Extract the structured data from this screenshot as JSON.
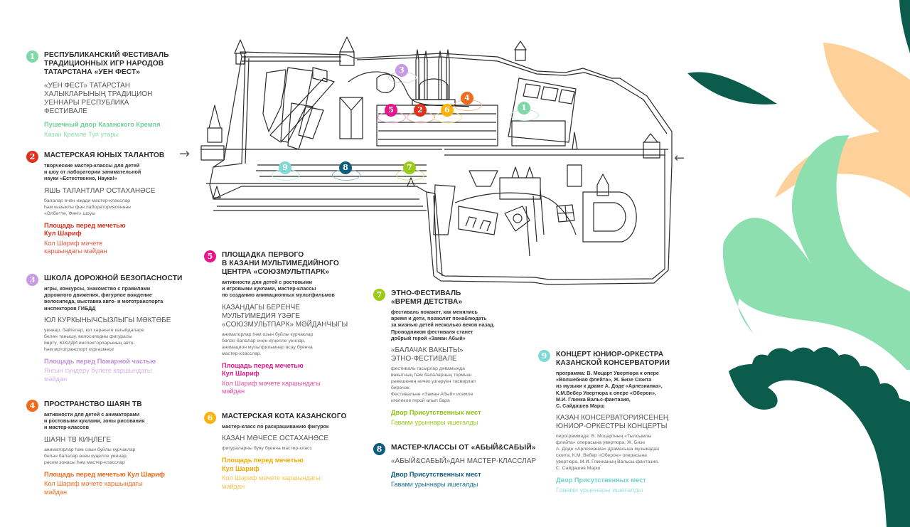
{
  "colors": {
    "dark_green": "#0b5c4d",
    "mint": "#8ddfb0",
    "peach": "#fdd199",
    "map_line": "#2a2a2a"
  },
  "map": {
    "markers": [
      {
        "num": "1",
        "color": "#7fd8a7",
        "ring": "#b8ecd0"
      },
      {
        "num": "2",
        "color": "#e0301e",
        "ring": "#f0a59c"
      },
      {
        "num": "3",
        "color": "#c79be4",
        "ring": "#dfc6f0"
      },
      {
        "num": "4",
        "color": "#f26b1d",
        "ring": "#f7b88e"
      },
      {
        "num": "5",
        "color": "#e4168a",
        "ring": "#f59ccb"
      },
      {
        "num": "6",
        "color": "#f9b20a",
        "ring": "#fbd883"
      },
      {
        "num": "7",
        "color": "#9bcb16",
        "ring": "#cbe588"
      },
      {
        "num": "8",
        "color": "#0c5d7e",
        "ring": "#8cb4c7"
      },
      {
        "num": "9",
        "color": "#7fdad6",
        "ring": "#bdeeec"
      }
    ],
    "entrance_arrow_left": "→",
    "entrance_arrow_right": "←"
  },
  "events": [
    {
      "num": "1",
      "color": "#7fd8a7",
      "loc_ru_color": "#6fcf9a",
      "loc_tt_color": "#8ddfb0",
      "title": "Республиканский фестиваль\nтрадиционных игр народов\nТатарстана «Уен фест»",
      "desc_ru": "",
      "title_tt": "«УЕН ФЕСТ» ТАТАРСТАН\nХАЛЫКЛАРЫНЫҢ ТРАДИЦИОН\nУЕННАРЫ РЕСПУБЛИКА\nФЕСТИВАЛЕ",
      "desc_tt": "",
      "loc_ru": "Пушечный двор Казанского Кремля",
      "loc_tt": "Казан Кремле Туп утары"
    },
    {
      "num": "2",
      "color": "#e0301e",
      "loc_ru_color": "#e0301e",
      "loc_tt_color": "#e8553f",
      "title": "Мастерская юных талантов",
      "desc_ru": "творческие мастер-классы для детей\nи шоу от лаборатории занимательной\nнауки «Естественно, Наука!»",
      "title_tt": "ЯШЬ ТАЛАНТЛАР ОСТАХАНӘСЕ",
      "desc_tt": "балалар өчен иҗади мастер-класслар\nһәм кызыклы фән лабораториясеннән\n«Әлбәттә, Фән!» шоуы",
      "loc_ru": "Площадь перед мечетью\nКул Шариф",
      "loc_tt": "Кол Шәриф мәчете\nкаршындагы мәйдан"
    },
    {
      "num": "3",
      "color": "#c79be4",
      "loc_ru_color": "#c08de0",
      "loc_tt_color": "#d4b3ec",
      "title": "Школа дорожной безопасности",
      "desc_ru": "игры, конкурсы, знакомство с правилами\nдорожного движения, фигурное вождение\nвелосипеда, выставка авто- и мототранспорта\nинспекторов ГИБДД",
      "title_tt": "ЮЛ КУРКЫНЫЧСЫЗЛЫГЫ МӘКТӘБЕ",
      "desc_tt": "уеннар, бәйгеләр, юл хәрәкәте кагыйдәләре\nбелән танышу, велосипедны фигуралы\nйөртү, ЮХИДИ инспекторларының авто-\nһәм мототранспорт күргәзмәсе",
      "loc_ru": "Площадь перед Пожарной частью",
      "loc_tt": "Янгын сүндерү бүлеге каршындагы\nмәйдан"
    },
    {
      "num": "4",
      "color": "#f26b1d",
      "loc_ru_color": "#f26b1d",
      "loc_tt_color": "#f26b1d",
      "title": "Пространство Шаян ТВ",
      "desc_ru": "активности для детей с аниматорами\nи ростовыми куклами, зоны рисования\nи мастер-классов",
      "title_tt": "ШАЯН ТВ КИҢЛЕГЕ",
      "desc_tt": "аниматорлар һәм озын буйлы курчаклар\nбелән балалар өчен күңелле уеннар,\nрәсем зонасы һәм мастер-класслар",
      "loc_ru": "Площадь перед мечетью Кул Шариф",
      "loc_tt": "Кол Шәриф мәчете каршындагы\nмәйдан"
    },
    {
      "num": "5",
      "color": "#e4168a",
      "loc_ru_color": "#e4168a",
      "loc_tt_color": "#ea4aa3",
      "title": "Площадка первого\nв Казани мультимедийного\nцентра «Союзмультпарк»",
      "desc_ru": "активности для детей с ростовыми\nи игровыми куклами, мастер-классы\nпо созданию анимационных мультфильмов",
      "title_tt": "КАЗАНДАГЫ БЕРЕНЧЕ\nМУЛЬТИМЕДИЯ ҮЗӘГЕ\n«СОЮЗМУЛЬТПАРК» МӘЙДАНЧЫГЫ",
      "desc_tt": "аниматорлар һәм озын буйлы курчаклар\nбелән балалар өчен күңелле уеннар,\nанимацион мультфильмнар ясау буенча\nмастер-класслар",
      "loc_ru": "Площадь перед мечетью\nКул Шариф",
      "loc_tt": "Кол Шәриф мәчете каршындагы\nмәйдан"
    },
    {
      "num": "6",
      "color": "#f9b20a",
      "loc_ru_color": "#f5a800",
      "loc_tt_color": "#f8c24a",
      "title": "Мастерская кота Казанского",
      "desc_ru": "мастер-класс по раскрашиванию фигурок",
      "title_tt": "КАЗАН МӘЧЕСЕ ОСТАХАНӘСЕ",
      "desc_tt": "фигураларны буяу буенча мастер-класс",
      "loc_ru": "Площадь перед мечетью\nКул Шариф",
      "loc_tt": "Кол Шәриф мәчете каршындагы\nмәйдан"
    },
    {
      "num": "7",
      "color": "#9bcb16",
      "loc_ru_color": "#8fc20f",
      "loc_tt_color": "#9bcb16",
      "title": "Этно-фестиваль\n«Время детства»",
      "desc_ru": "фестиваль покажет, как менялись\nвремя и дети,  позволит понаблюдать\nза жизнью детей несколько  веков назад.\nПроводником фестиваля станет\nдобрый герой «Заман Абый»",
      "title_tt": "«БАЛАЧАК ВАКЫТЫ»\nЭТНО-ФЕСТИВАЛЕ",
      "desc_tt": "фестиваль гасырлар дәвамында\nвакытның һәм балаларның тормыш\nрәвешенең ничек үзгәрүен тасвирлап\nбирәчәк.\nФестивальне «Заман Абый» исемле\nигелекле герой алып бара",
      "loc_ru": "Двор Присутственных мест",
      "loc_tt": "Гавами урыннары ишегалды"
    },
    {
      "num": "8",
      "color": "#0c5d7e",
      "loc_ru_color": "#0c5d7e",
      "loc_tt_color": "#1a6f93",
      "title": "Мастер-классы от «Абый&Сабый»",
      "desc_ru": "",
      "title_tt": "«АБЫЙ&САБЫЙ»ДАН МАСТЕР-КЛАССЛАР",
      "desc_tt": "",
      "loc_ru": "Двор Присутственных мест",
      "loc_tt": "Гавами урыннары ишегалды"
    },
    {
      "num": "9",
      "color": "#7fdad6",
      "loc_ru_color": "#6fd3cf",
      "loc_tt_color": "#9fe3e0",
      "title": "Концерт юниор-оркестра\nКазанской консерватории",
      "desc_ru": "программа: В. Моцарт Увертюра к опере\n«Волшебная флейта», Ж. Бизе Сюита\nиз музыки к драме А. Доде «Арлезианка»,\nК.М.Вебер Увертюра к опере «Оберон»,\nМ.И. Глинка Вальс-фантазия,\nС. Сайдашев Марш",
      "title_tt": "КАЗАН КОНСЕРВАТОРИЯСЕНЕҢ\nЮНИОР-ОРКЕСТРЫ КОНЦЕРТЫ",
      "desc_tt": "перограммада: В. Моцартның «Тылсымлы\nфлейта» операсына увертюра, Ж. Бизе\nА. Доде «Арлезианка» драмасына музыкадан\nсюита, К.М. Вебер «Оберон» операсына\nувертюра, М.И. Глинканың Вальсы-фантазия,\nС. Сайдашев Марш",
      "loc_ru": "Двор Присутственных мест",
      "loc_tt": "Гавами урыннары ишегалды"
    }
  ]
}
